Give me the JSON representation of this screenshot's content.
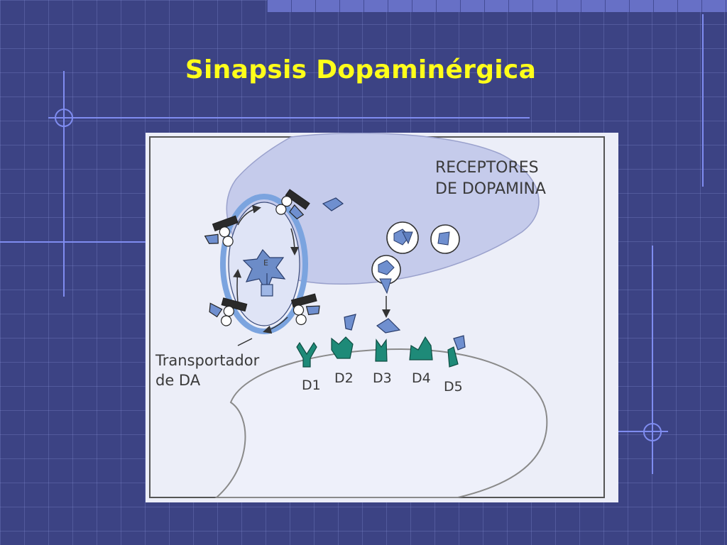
{
  "slide": {
    "title": "Sinapsis Dopaminérgica"
  },
  "diagram": {
    "receptors_heading": {
      "line1": "RECEPTORES",
      "line2": "DE DOPAMINA"
    },
    "transporter_label": {
      "line1": "Transportador",
      "line2": "de DA"
    },
    "receptor_subtypes": [
      "D1",
      "D2",
      "D3",
      "D4",
      "D5"
    ],
    "vesicle_letter": "E"
  },
  "colors": {
    "background": "#3c4384",
    "title": "#ffff1a",
    "neuron_fill": "#c5cbeb",
    "receptor_fill": "#1e8a78",
    "vesicle_ring": "#7ba4df",
    "dopamine_fill": "#5f7fbf"
  }
}
